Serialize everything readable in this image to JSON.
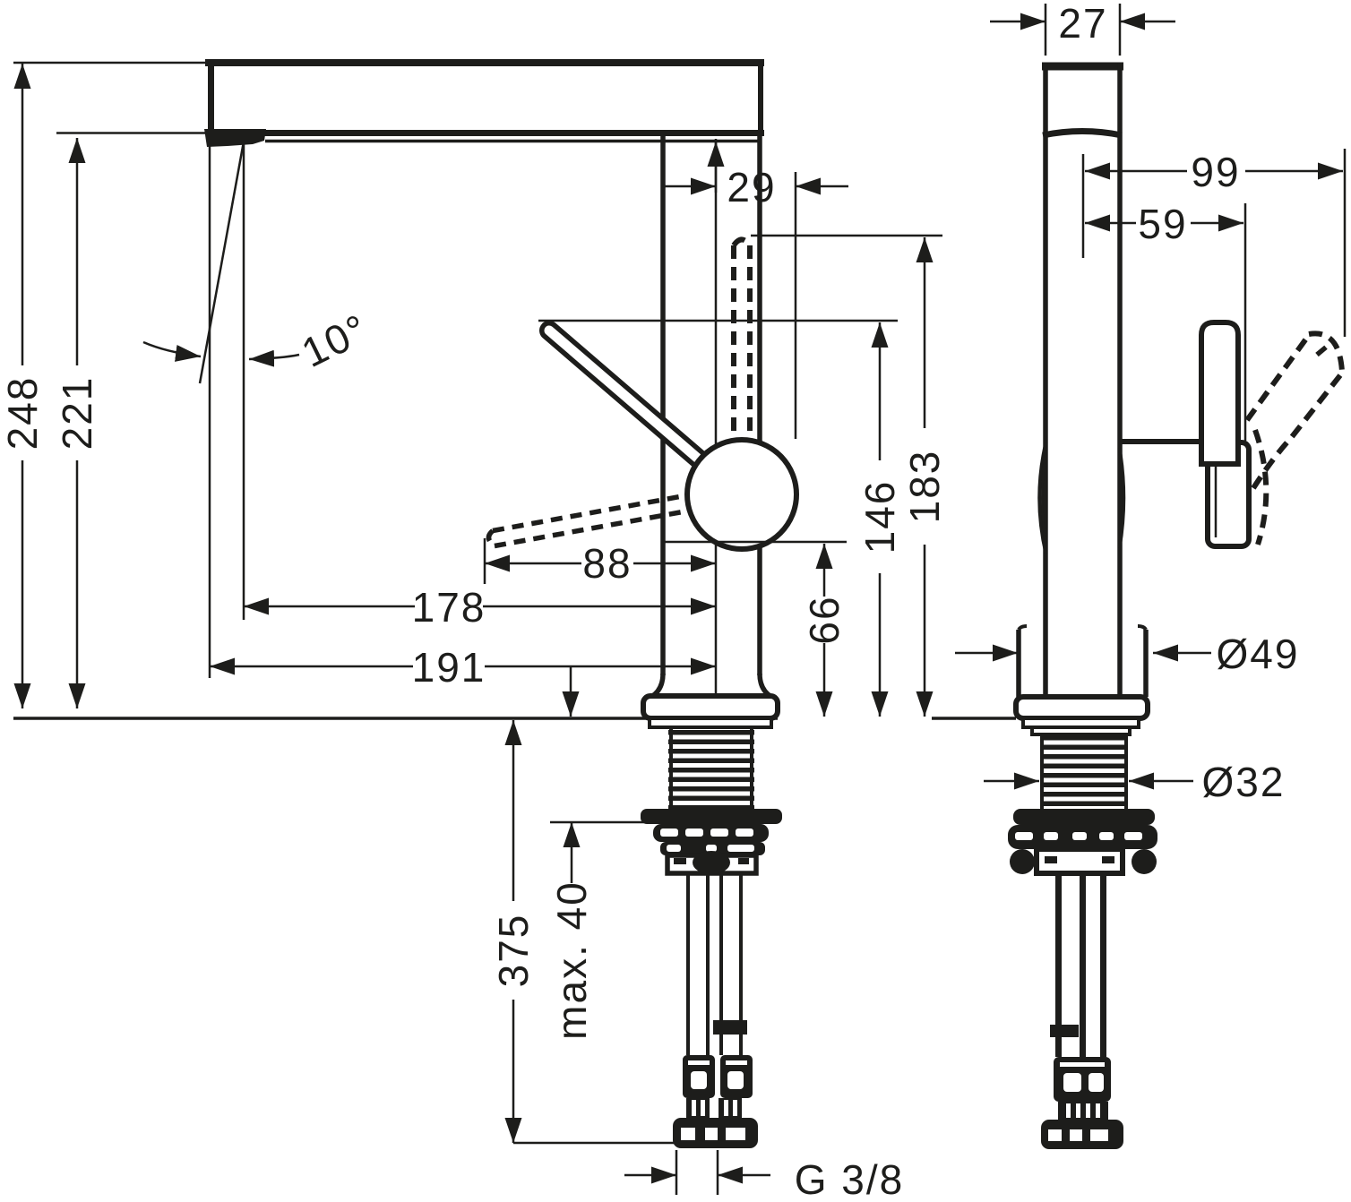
{
  "page": {
    "background": "#ffffff",
    "ink": "#1d1d1b"
  },
  "drawing": {
    "type": "technical-dimension-drawing",
    "views": {
      "side": {
        "dims": {
          "overall_height": "248",
          "height_to_spout": "221",
          "spout_angle": "10°",
          "handle_offset": "29",
          "handle_grip_reach": "88",
          "reach_aerator": "178",
          "spout_reach": "191",
          "pivot_height": "66",
          "handle_tip_height": "146",
          "handle_raised_height": "183",
          "hose_length": "375",
          "max_mounting_depth": "max. 40",
          "thread": "G 3/8"
        }
      },
      "front": {
        "dims": {
          "body_width": "27",
          "handle_reach_max": "99",
          "handle_reach": "59",
          "base_diameter": "Ø49",
          "shank_diameter": "Ø32"
        }
      }
    }
  }
}
